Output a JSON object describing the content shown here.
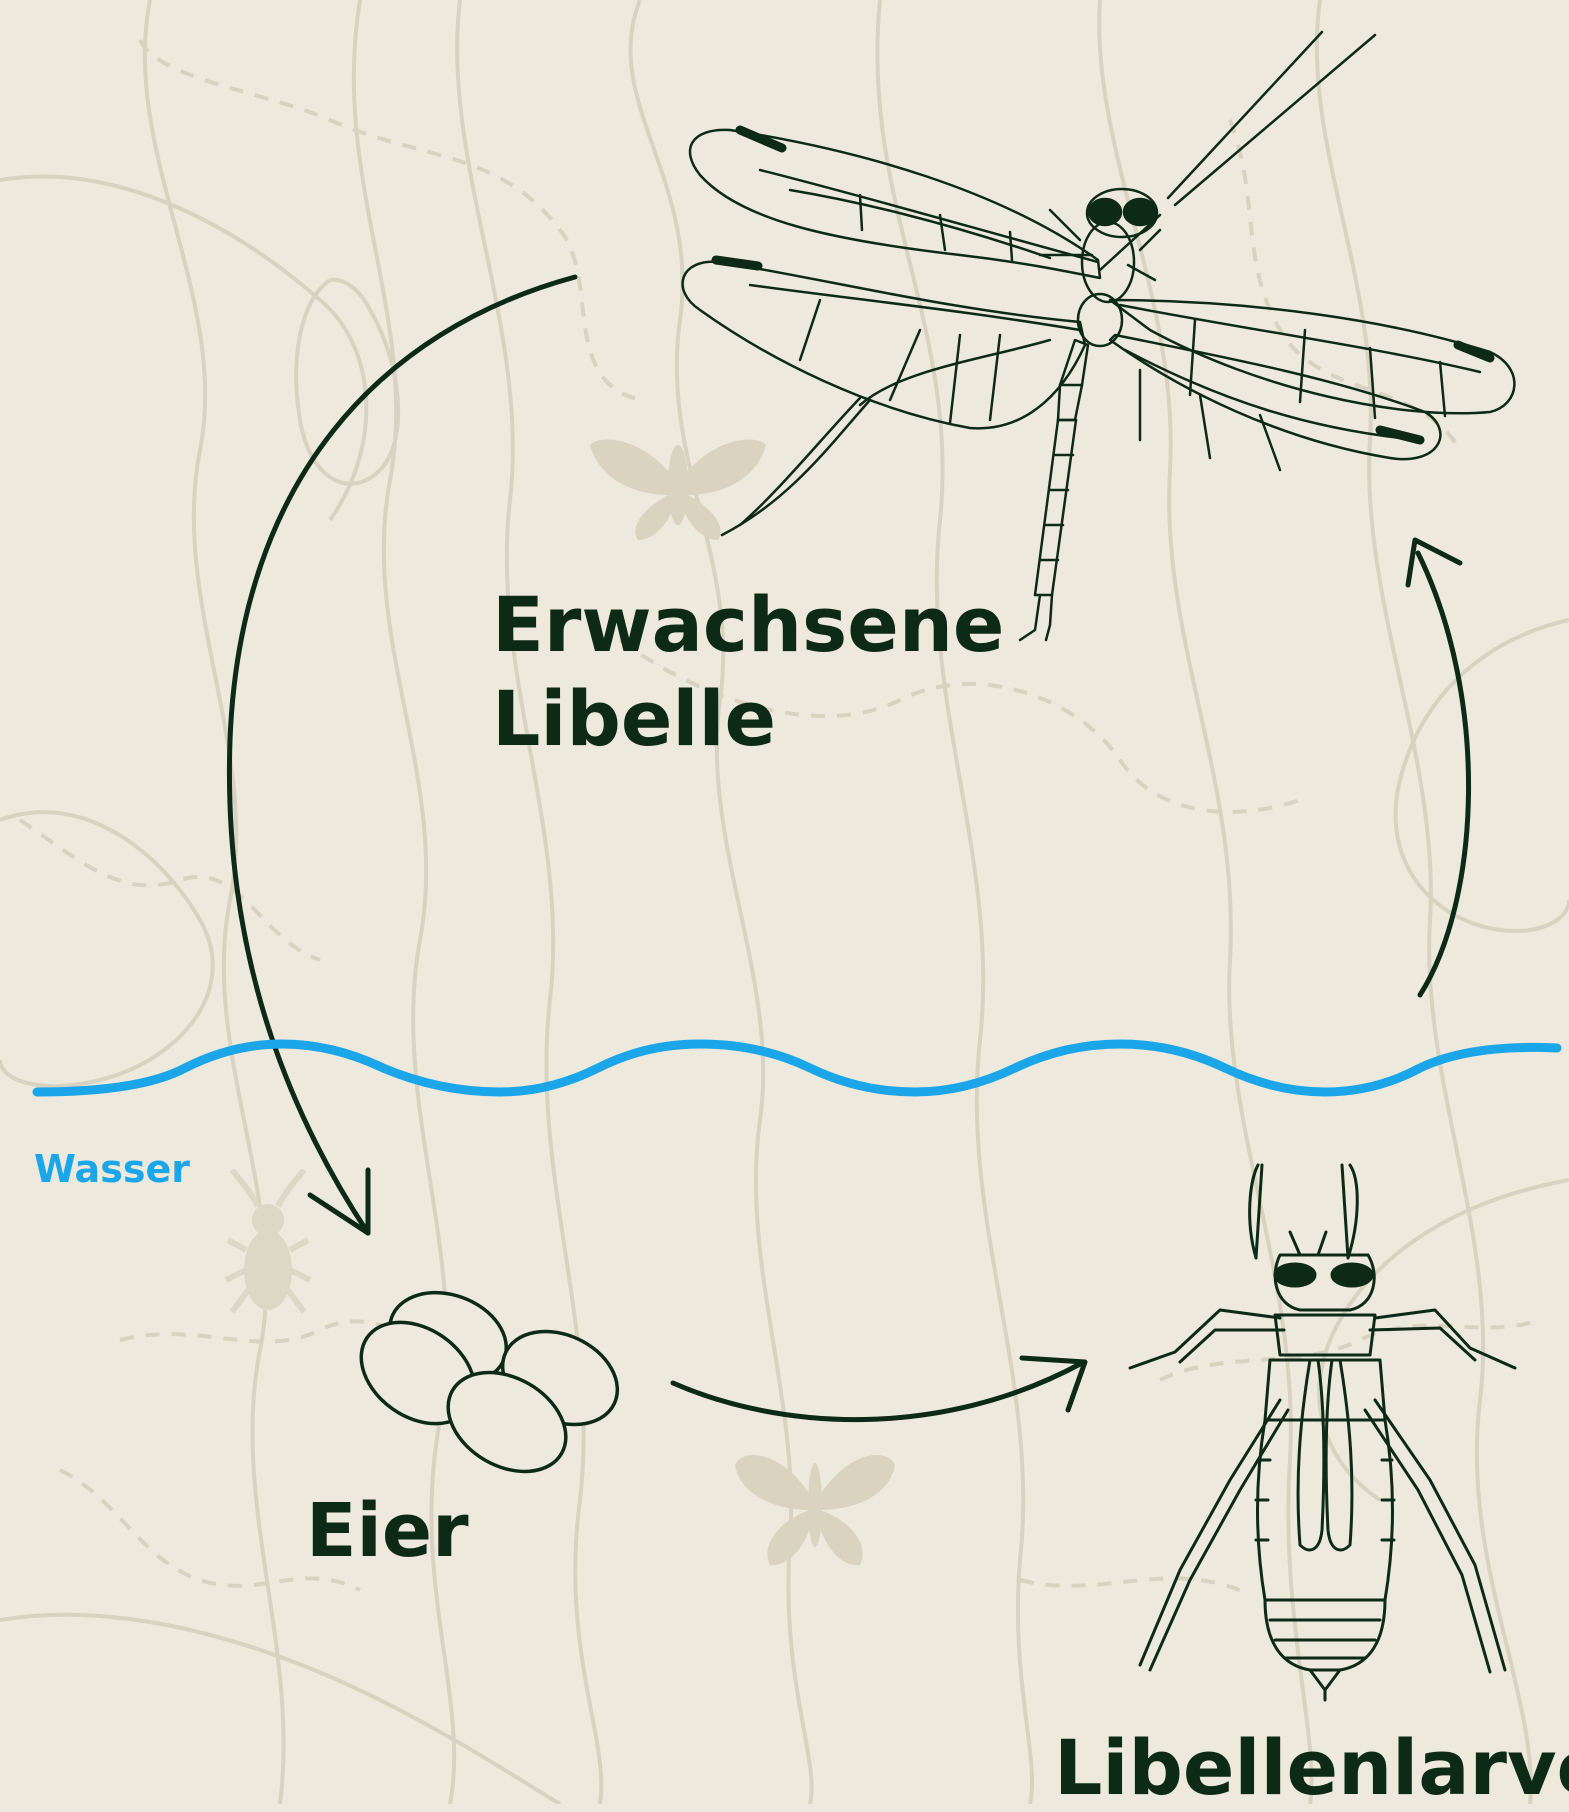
{
  "stages": {
    "adult": {
      "line1": "Erwachsene",
      "line2": "Libelle"
    },
    "eggs": {
      "label": "Eier"
    },
    "larva": {
      "label": "Libellenlarve"
    }
  },
  "water": {
    "label": "Wasser"
  },
  "colors": {
    "background": "#ede9dc",
    "ink": "#0d2a17",
    "water": "#1aa6e8",
    "watermark": "#d9d3c0"
  },
  "icons": [
    "dragonfly-icon",
    "egg-cluster-icon",
    "larva-icon",
    "moth-watermark-icon",
    "butterfly-watermark-icon",
    "beetle-watermark-icon"
  ]
}
